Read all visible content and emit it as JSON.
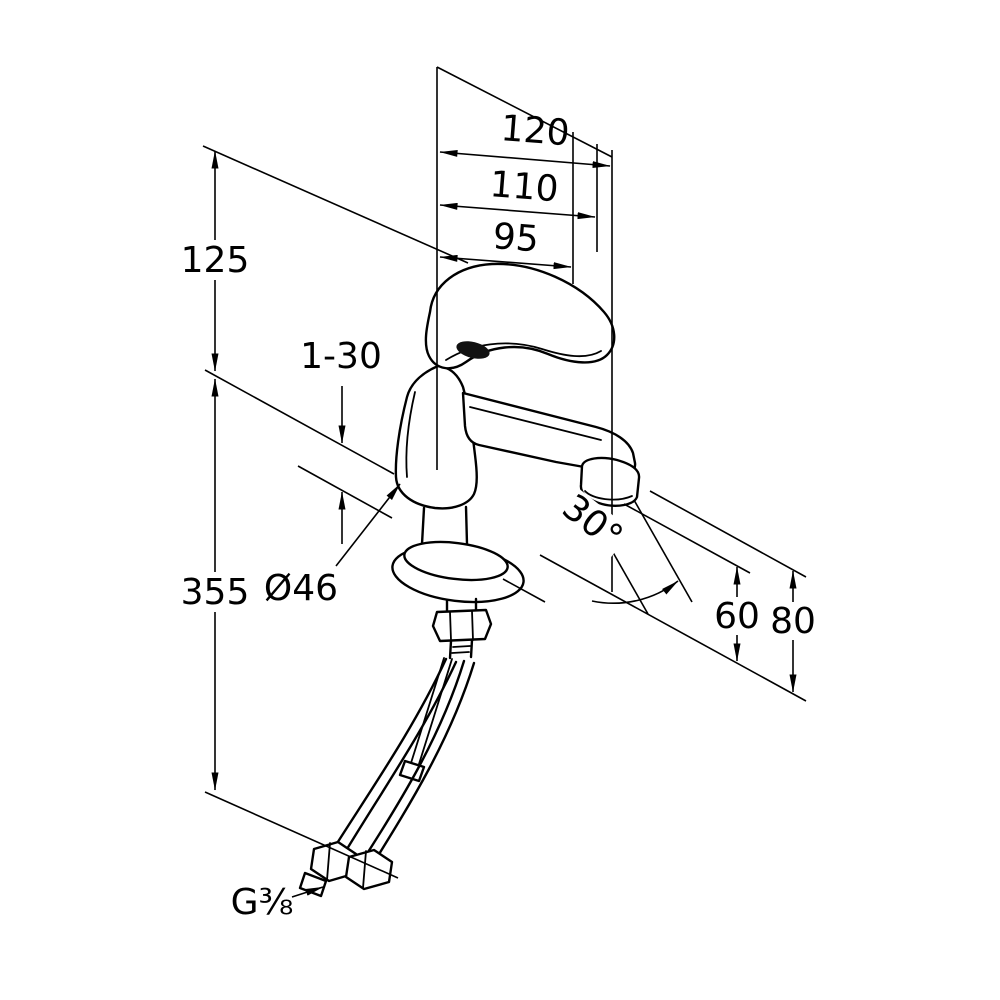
{
  "page": {
    "background_color": "#ffffff",
    "line_color": "#000000"
  },
  "drawing": {
    "subject": "single-lever basin mixer faucet technical dimension drawing",
    "dimensions": {
      "overall_depth": "120",
      "spout_reach": "110",
      "handle_reach": "95",
      "height_above_deck": "125",
      "deck_thickness_range": "1-30",
      "base_diameter": "Ø46",
      "overall_height": "355",
      "spout_angle": "30°",
      "aerator_height": "60",
      "spout_height": "80",
      "connection_thread": "G⅜"
    }
  }
}
